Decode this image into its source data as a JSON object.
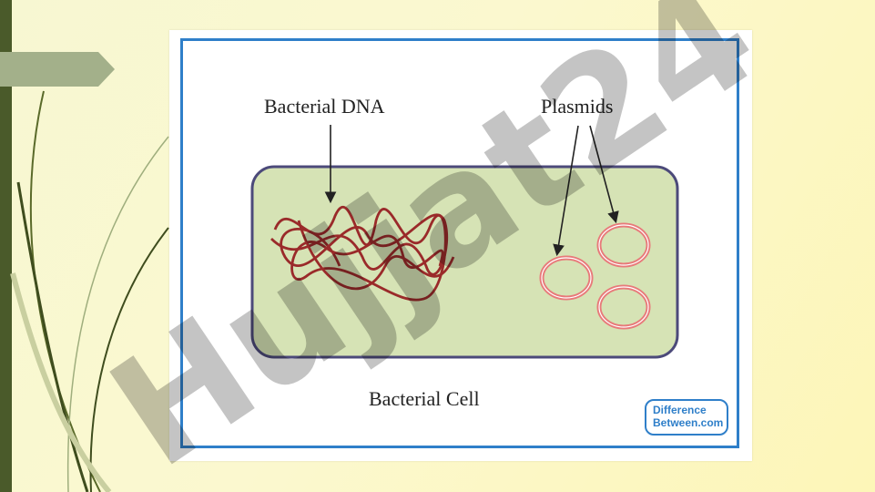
{
  "diagram": {
    "labels": {
      "bacterial_dna": "Bacterial DNA",
      "plasmids": "Plasmids",
      "bacterial_cell": "Bacterial Cell"
    },
    "logo": {
      "line1": "Difference",
      "line2": "Between.com"
    },
    "colors": {
      "cell_fill": "#d6e3b5",
      "cell_border": "#4c4a7a",
      "dna": "#9a2a2a",
      "plasmid": "#e87a7a",
      "frame": "#2f7fc9"
    }
  },
  "watermark": {
    "text": "Hujjat24"
  }
}
